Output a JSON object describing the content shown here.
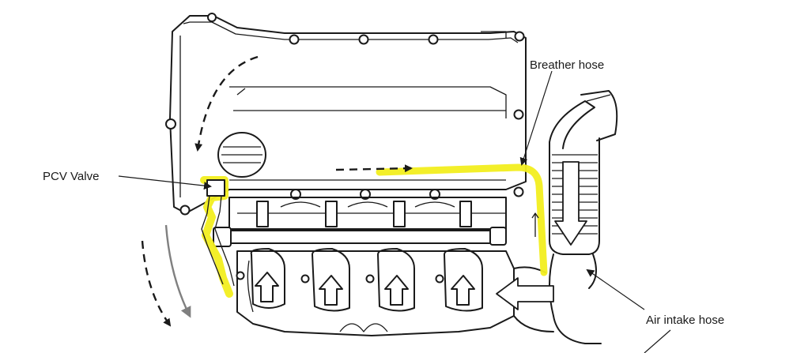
{
  "labels": {
    "breather_hose": "Breather hose",
    "pcv_valve": "PCV Valve",
    "air_intake_hose": "Air intake hose"
  },
  "colors": {
    "highlight": "#f2ee1f",
    "line": "#1a1a1a",
    "gray_arrow": "#808080"
  }
}
